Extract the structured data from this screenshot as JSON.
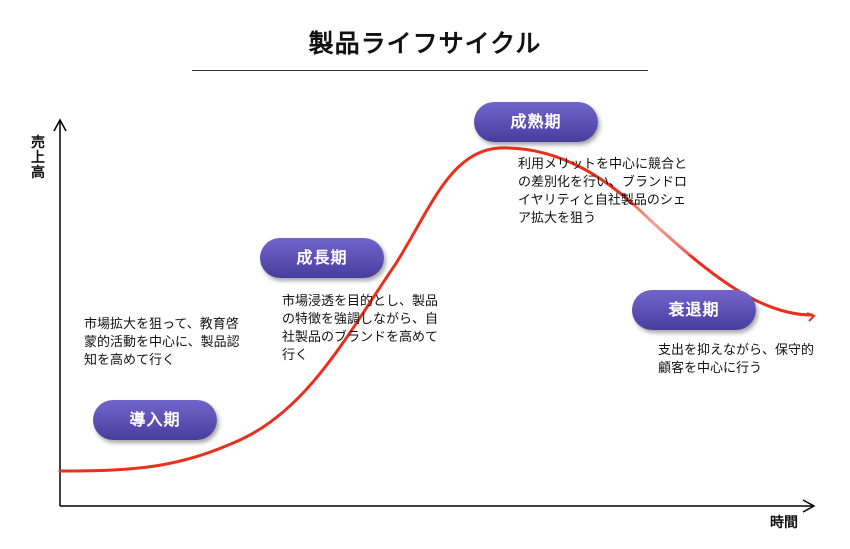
{
  "title": "製品ライフサイクル",
  "axes": {
    "y_label": "売上高",
    "x_label": "時間"
  },
  "stages": [
    {
      "name": "導入期",
      "description": "市場拡大を狙って、教育啓蒙的活動を中心に、製品認知を高めて行く"
    },
    {
      "name": "成長期",
      "description": "市場浸透を目的とし、製品の特徴を強調しながら、自社製品のブランドを高めて行く"
    },
    {
      "name": "成熟期",
      "description": "利用メリットを中心に競合との差別化を行い、ブランドロイヤリティと自社製品のシェア拡大を狙う"
    },
    {
      "name": "衰退期",
      "description": "支出を抑えながら、保守的顧客を中心に行う"
    }
  ],
  "colors": {
    "curve": "#e8301e",
    "stage_fill": "#5a4bb5",
    "axis": "#000000"
  }
}
